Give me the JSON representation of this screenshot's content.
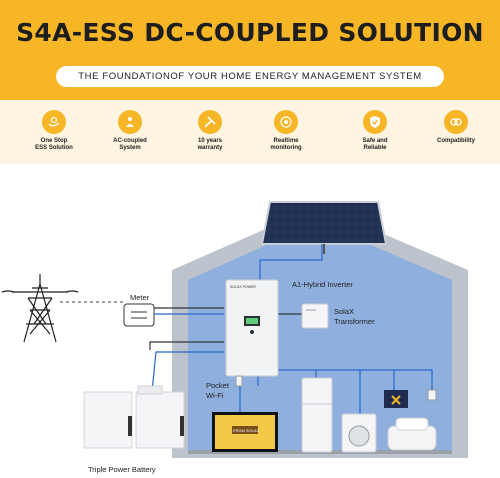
{
  "header": {
    "title": "S4A-ESS DC-COUPLED SOLUTION",
    "subtitle": "THE FOUNDATIONOF YOUR HOME ENERGY MANAGEMENT SYSTEM"
  },
  "features": [
    {
      "icon": "hand-power-icon",
      "label1": "One Stop",
      "label2": "ESS Solution"
    },
    {
      "icon": "ac-people-icon",
      "label1": "AC-coupled",
      "label2": "System"
    },
    {
      "icon": "tools-icon",
      "label1": "10 years",
      "label2": "warranty"
    },
    {
      "icon": "monitor-target-icon",
      "label1": "Realtime",
      "label2": "monitoring"
    },
    {
      "icon": "shield-check-icon",
      "label1": "Safe and",
      "label2": "Reliable"
    },
    {
      "icon": "compatibility-icon",
      "label1": "Compatibility",
      "label2": ""
    }
  ],
  "diagram": {
    "meter_label": "Meter",
    "inverter_label": "A1-Hybrid Inverter",
    "transformer_label1": "SolaX",
    "transformer_label2": "Transformer",
    "wifi_label1": "Pocket",
    "wifi_label2": "Wi-Fi",
    "battery_label": "Triple Power Battery",
    "brand_text": "SOLAX POWER",
    "tv_text": "FROM SOLAX"
  },
  "colors": {
    "accent": "#f6b626",
    "feature_bg": "#fdf4e1",
    "house_fill": "#8fb0de",
    "house_wall": "#bcc3cc",
    "wire_blue": "#2a66c9"
  }
}
